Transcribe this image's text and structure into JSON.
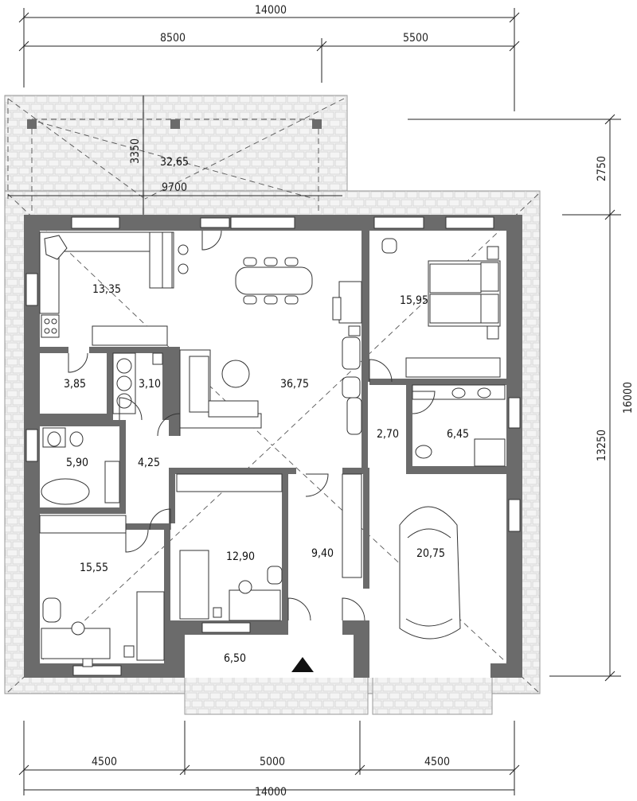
{
  "dimensions": {
    "top_total": "14000",
    "top_left": "8500",
    "top_right": "5500",
    "terrace_depth": "3350",
    "terrace_width": "9700",
    "right_upper": "2750",
    "right_total": "16000",
    "right_lower": "13250",
    "bottom_left": "4500",
    "bottom_mid": "5000",
    "bottom_right": "4500",
    "bottom_total": "14000"
  },
  "rooms": {
    "terrace": "32,65",
    "kitchen": "13,35",
    "pantry": "3,85",
    "boiler": "3,10",
    "living": "36,75",
    "bedroom_ne": "15,95",
    "hall_small": "2,70",
    "bath_ne": "6,45",
    "bath_w": "5,90",
    "hall": "4,25",
    "bedroom_sw": "15,55",
    "bedroom_mid": "12,90",
    "corridor": "9,40",
    "garage": "20,75",
    "entrance": "6,50"
  }
}
